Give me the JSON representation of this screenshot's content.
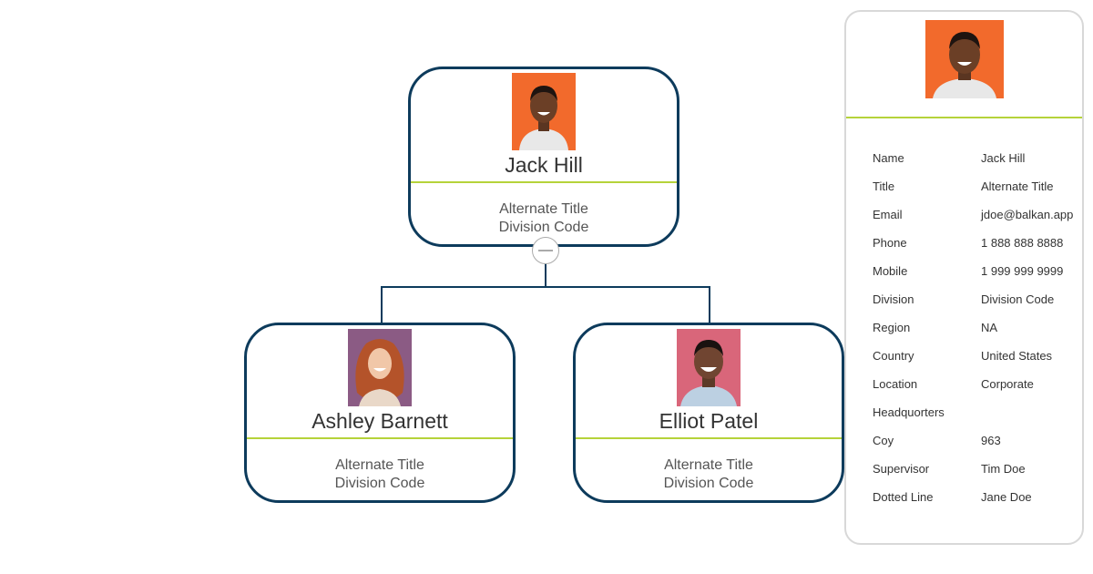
{
  "colors": {
    "node_border": "#0d3b5c",
    "accent_divider": "#b5d33a",
    "connector": "#0d3b5c",
    "panel_border": "#d8d8d8"
  },
  "nodes": [
    {
      "id": "root",
      "name": "Jack Hill",
      "title": "Alternate Title",
      "division": "Division Code",
      "photo_bg": "#f26a2c"
    },
    {
      "id": "ashley",
      "name": "Ashley Barnett",
      "title": "Alternate Title",
      "division": "Division Code",
      "photo_bg": "#8b5b84"
    },
    {
      "id": "elliot",
      "name": "Elliot Patel",
      "title": "Alternate Title",
      "division": "Division Code",
      "photo_bg": "#d9667a"
    }
  ],
  "details_panel": {
    "photo_bg": "#f26a2c",
    "fields": [
      {
        "label": "Name",
        "value": "Jack Hill"
      },
      {
        "label": "Title",
        "value": "Alternate Title"
      },
      {
        "label": "Email",
        "value": "jdoe@balkan.app"
      },
      {
        "label": "Phone",
        "value": "1 888 888 8888"
      },
      {
        "label": "Mobile",
        "value": "1 999 999 9999"
      },
      {
        "label": "Division",
        "value": "Division Code"
      },
      {
        "label": "Region",
        "value": "NA"
      },
      {
        "label": "Country",
        "value": "United States"
      },
      {
        "label": "Location",
        "value": "Corporate"
      },
      {
        "label": "Headquorters",
        "value": ""
      },
      {
        "label": "Coy",
        "value": "963"
      },
      {
        "label": "Supervisor",
        "value": "Tim Doe"
      },
      {
        "label": "Dotted Line",
        "value": "Jane Doe"
      }
    ]
  }
}
